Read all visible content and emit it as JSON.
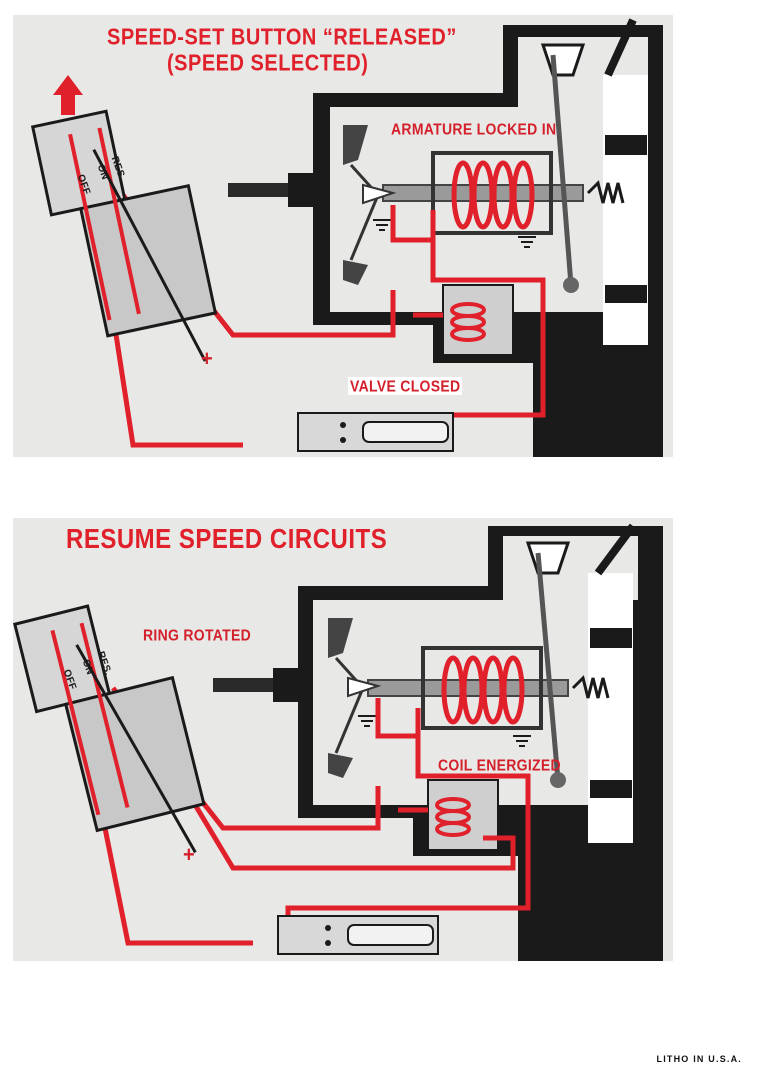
{
  "panels": [
    {
      "title_line1": "SPEED-SET BUTTON “RELEASED”",
      "title_line2": "(SPEED SELECTED)",
      "labels": {
        "armature": "ARMATURE LOCKED IN",
        "valve": "VALVE CLOSED"
      },
      "switch_text": {
        "res": "RES.",
        "on": "ON",
        "off": "OFF"
      },
      "plus_sign": "+"
    },
    {
      "title": "RESUME SPEED CIRCUITS",
      "labels": {
        "ring": "RING ROTATED",
        "coil": "COIL ENERGIZED"
      },
      "switch_text": {
        "res": "RES.",
        "on": "ON",
        "off": "OFF"
      },
      "plus_sign": "+"
    }
  ],
  "footer": "LITHO IN U.S.A.",
  "colors": {
    "circuit_red": "#e0202a",
    "housing_black": "#1a1a1a",
    "panel_gray": "#e8e8e6"
  }
}
